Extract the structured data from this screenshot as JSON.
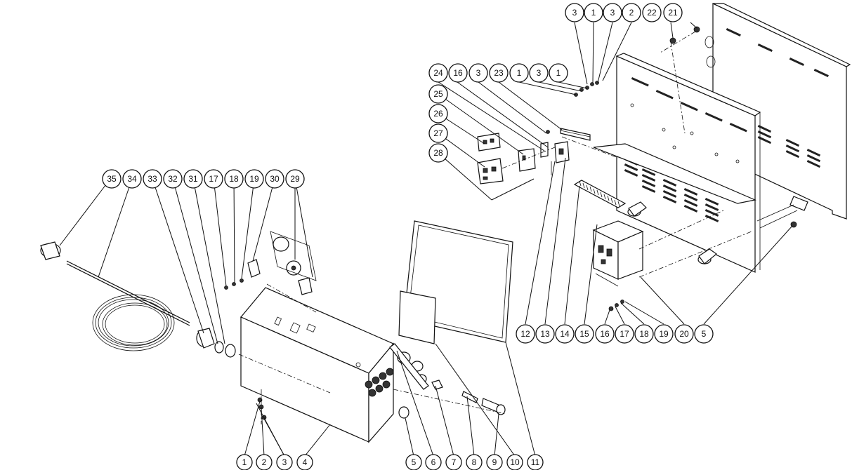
{
  "callouts": {
    "tr_top": [
      "3",
      "1",
      "3",
      "2",
      "22",
      "21"
    ],
    "tr_row2": [
      "24",
      "16",
      "3",
      "23",
      "1",
      "3",
      "1"
    ],
    "tr_left": [
      "25",
      "26",
      "27",
      "28"
    ],
    "left_row": [
      "35",
      "34",
      "33",
      "32",
      "31",
      "17",
      "18",
      "19",
      "30",
      "29"
    ],
    "bottom_left": [
      "1",
      "2",
      "3",
      "4"
    ],
    "bottom_mid": [
      "5",
      "6",
      "7",
      "8",
      "9",
      "10",
      "11"
    ],
    "right_bottom": [
      "12",
      "13",
      "14",
      "15",
      "16",
      "17",
      "18",
      "19",
      "20",
      "5"
    ]
  }
}
